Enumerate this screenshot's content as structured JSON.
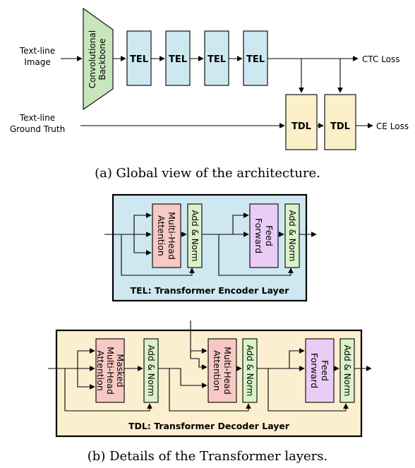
{
  "global": {
    "input_image": [
      "Text-line",
      "Image"
    ],
    "input_gt": [
      "Text-line",
      "Ground Truth"
    ],
    "backbone": [
      "Convolutional",
      "Backbone"
    ],
    "tel_label": "TEL",
    "tdl_label": "TDL",
    "ctc_loss": "CTC Loss",
    "ce_loss": "CE Loss",
    "caption": "(a) Global view of the architecture."
  },
  "tel_detail": {
    "attention": [
      "Multi-Head",
      "Attention"
    ],
    "add_norm": "Add & Norm",
    "feed_forward": [
      "Feed",
      "Forward"
    ],
    "title": "TEL: Transformer Encoder Layer"
  },
  "tdl_detail": {
    "masked_attention": [
      "Masked",
      "Multi-Head",
      "Attention"
    ],
    "cross_attention": [
      "Multi-Head",
      "Attention"
    ],
    "add_norm": "Add & Norm",
    "feed_forward": [
      "Feed",
      "Forward"
    ],
    "title": "TDL: Transformer Decoder Layer"
  },
  "caption_b": "(b) Details of the Transformer layers.",
  "colors": {
    "backbone": "#c8e6bc",
    "tel_block": "#cde8f0",
    "tdl_block": "#fbf0c8",
    "attention": "#f6c9c4",
    "feed_forward": "#eacdf6",
    "add_norm": "#d9f2c9",
    "tel_panel": "#cfe7f0",
    "tdl_panel": "#fbefcf"
  }
}
